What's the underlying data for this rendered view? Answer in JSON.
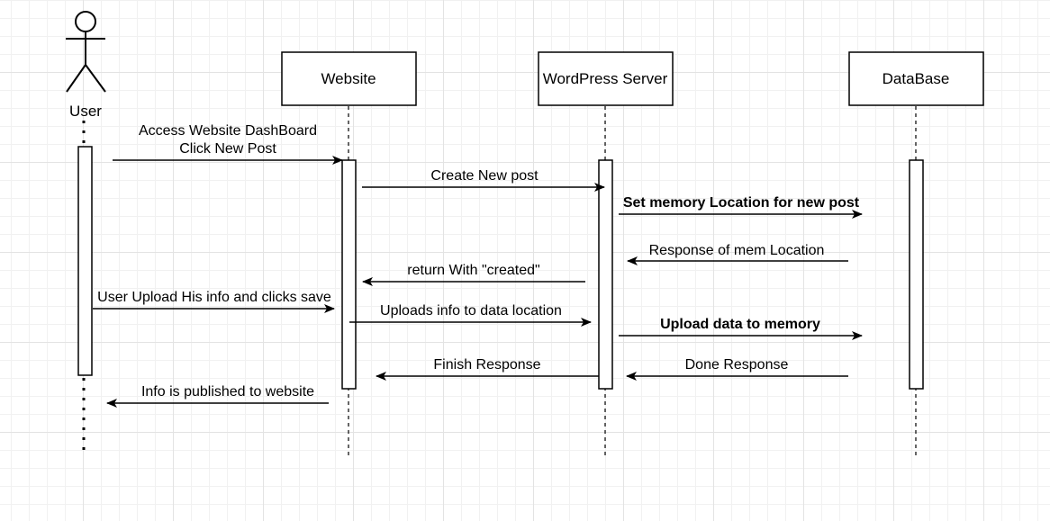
{
  "participants": {
    "user": "User",
    "website": "Website",
    "server": "WordPress Server",
    "database": "DataBase"
  },
  "messages": [
    {
      "id": "m1",
      "text": [
        "Access Website DashBoard",
        "Click New Post"
      ],
      "from": "user",
      "to": "website",
      "bold": false
    },
    {
      "id": "m2",
      "text": [
        "Create New post"
      ],
      "from": "website",
      "to": "server",
      "bold": false
    },
    {
      "id": "m3",
      "text": [
        "Set memory Location for new post"
      ],
      "from": "server",
      "to": "database",
      "bold": true
    },
    {
      "id": "m4",
      "text": [
        "Response of mem Location"
      ],
      "from": "database",
      "to": "server",
      "bold": false
    },
    {
      "id": "m5",
      "text": [
        "return With \"created\""
      ],
      "from": "server",
      "to": "website",
      "bold": false
    },
    {
      "id": "m6",
      "text": [
        "User Upload His info and clicks save"
      ],
      "from": "user",
      "to": "website",
      "bold": false
    },
    {
      "id": "m7",
      "text": [
        "Uploads info to data location"
      ],
      "from": "website",
      "to": "server",
      "bold": false
    },
    {
      "id": "m8",
      "text": [
        "Upload data to memory"
      ],
      "from": "server",
      "to": "database",
      "bold": true
    },
    {
      "id": "m9",
      "text": [
        "Finish Response"
      ],
      "from": "server",
      "to": "website",
      "bold": false
    },
    {
      "id": "m10",
      "text": [
        "Done Response"
      ],
      "from": "database",
      "to": "server",
      "bold": false
    },
    {
      "id": "m11",
      "text": [
        "Info is published to website"
      ],
      "from": "website",
      "to": "user",
      "bold": false
    }
  ]
}
